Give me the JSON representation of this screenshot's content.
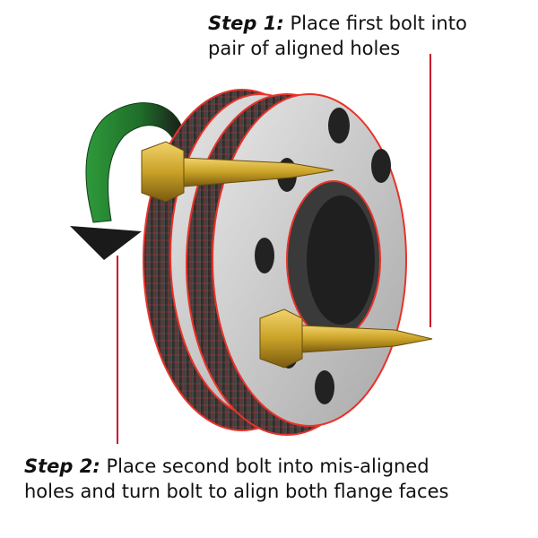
{
  "step1": {
    "label": "Step 1:",
    "text": "Place first bolt into",
    "text2": "pair of aligned holes"
  },
  "step2": {
    "label": "Step 2:",
    "text": "Place second bolt into mis-aligned",
    "text2": "holes and turn bolt to align both flange faces"
  },
  "colors": {
    "callout_line": "#c8102e",
    "flange_edge": "#e8332a",
    "flange_face": "#c9c9c9",
    "bolt": "#c9a227",
    "arrow_green": "#2e9a3a",
    "arrow_dark": "#1a1a1a"
  }
}
